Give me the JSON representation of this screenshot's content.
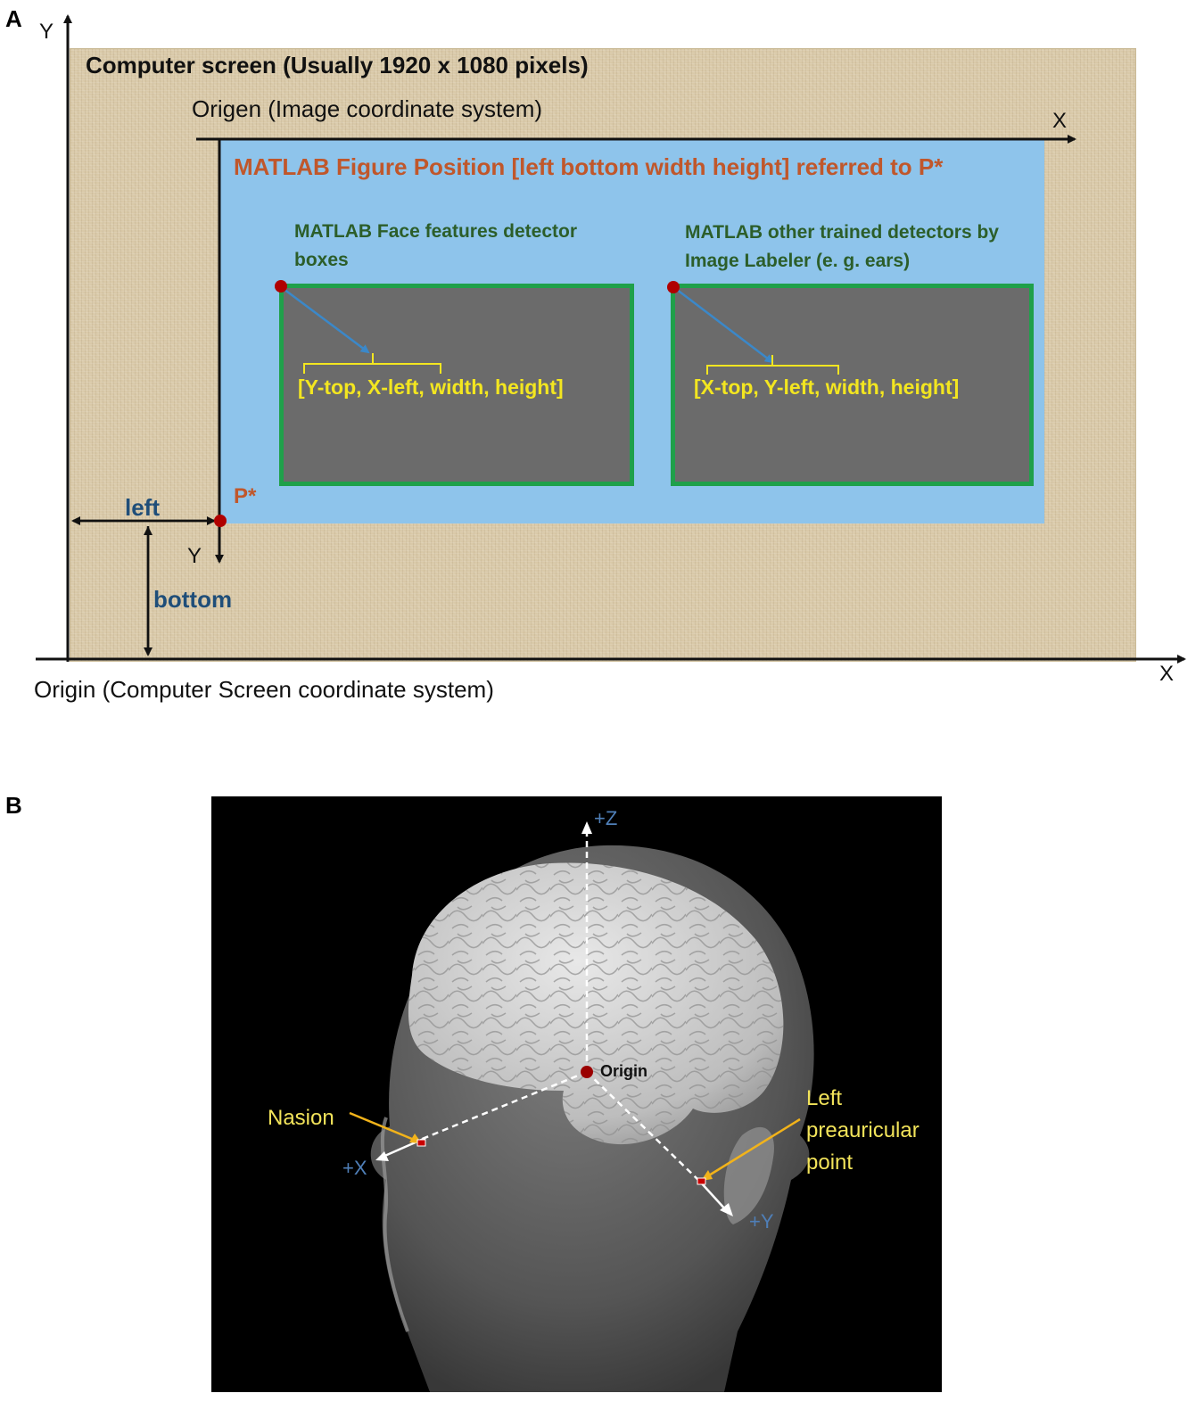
{
  "panel_a": {
    "letter": "A",
    "screen_title": "Computer screen (Usually 1920 x 1080 pixels)",
    "image_origin_label": "Origen (Image coordinate system)",
    "figure_position_label": "MATLAB Figure Position [left bottom width height] referred to P*",
    "face_detector_label": "MATLAB Face features detector boxes",
    "other_detector_label": "MATLAB other trained detectors by Image Labeler (e. g. ears)",
    "face_box_format": "[Y-top, X-left, width, height]",
    "other_box_format": "[X-top, Y-left, width, height]",
    "p_star": "P*",
    "left_label": "left",
    "bottom_label": "bottom",
    "screen_y_axis": "Y",
    "image_x_axis": "X",
    "image_y_axis": "Y",
    "screen_x_axis": "X",
    "screen_origin_label": "Origin (Computer Screen coordinate system)",
    "colors": {
      "screen": "#d9c9a8",
      "figure": "#8ec4eb",
      "box_fill": "#6b6b6b",
      "box_border": "#1fa04a",
      "accent_orange": "#c0572b",
      "label_green": "#2c5e2a",
      "label_yellow": "#f3e620",
      "label_blue": "#1f4e79",
      "point_red": "#b00000"
    }
  },
  "panel_b": {
    "letter": "B",
    "z_axis": "+Z",
    "x_axis": "+X",
    "y_axis": "+Y",
    "origin_label": "Origin",
    "nasion_label": "Nasion",
    "lpa_label": [
      "Left",
      "preauricular",
      "point"
    ],
    "colors": {
      "background": "#000000",
      "head": "#6e6e6e",
      "brain": "#cfcfcf",
      "axis_label": "#4f7fb8",
      "annotation": "#f2e35a",
      "pointer": "#f2b31a"
    }
  }
}
